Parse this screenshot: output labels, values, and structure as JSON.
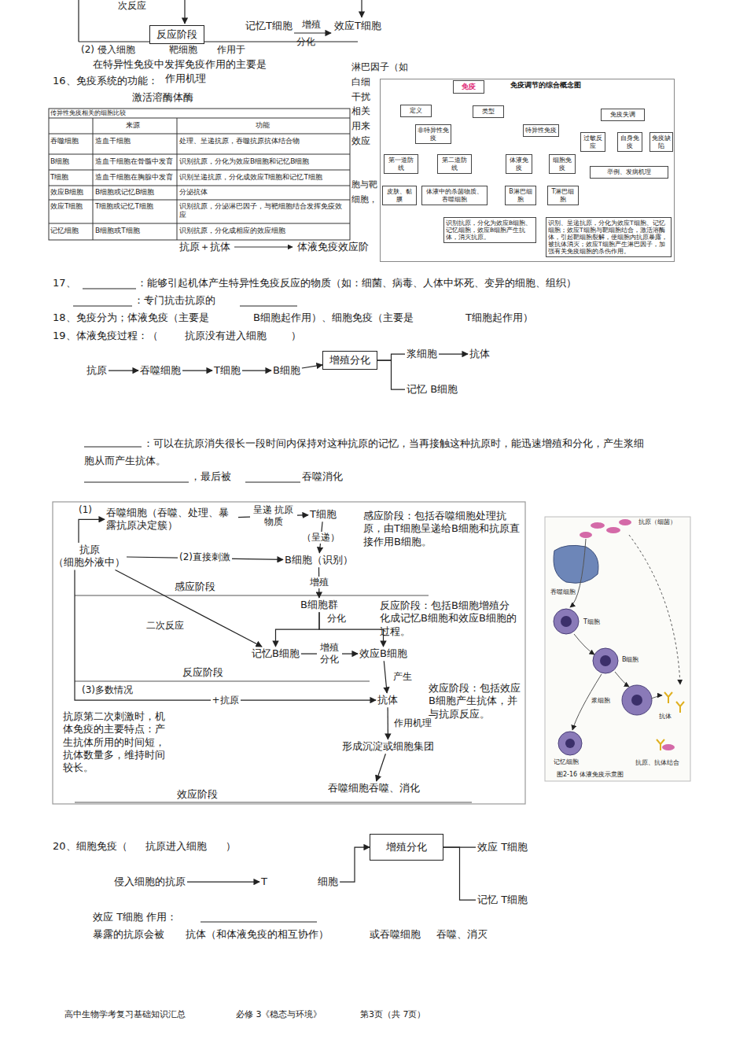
{
  "diagram": {
    "nodes": [
      {
        "text": [
          "反应阶段"
        ]
      },
      {
        "text": [
          "免疫调节的综合概念图"
        ]
      },
      {
        "text": [
          "免疫"
        ],
        "in": 1
      },
      {
        "text": [
          "定义"
        ],
        "in": 1
      },
      {
        "text": [
          "类型"
        ],
        "in": 1
      },
      {
        "text": [
          "免疫失调"
        ],
        "in": 1
      },
      {
        "text": [
          "非特异性免疫"
        ],
        "in": 1
      },
      {
        "text": [
          "特异性免疫"
        ],
        "in": 1
      },
      {
        "text": [
          "过敏反应"
        ],
        "in": 1
      },
      {
        "text": [
          "自身免疫"
        ],
        "in": 1
      },
      {
        "text": [
          "免疫缺陷"
        ],
        "in": 1
      },
      {
        "text": [
          "第一道防线"
        ],
        "in": 1
      },
      {
        "text": [
          "第二道防线"
        ],
        "in": 1
      },
      {
        "text": [
          "体液免疫"
        ],
        "in": 1
      },
      {
        "text": [
          "细胞免疫"
        ],
        "in": 1
      },
      {
        "text": [
          "举例、发病机理"
        ],
        "in": 1
      },
      {
        "text": [
          "皮肤、黏膜"
        ],
        "in": 1
      },
      {
        "text": [
          "体液中的杀菌物质、吞噬细胞"
        ],
        "in": 1
      },
      {
        "text": [
          "B淋巴细胞"
        ],
        "in": 1
      },
      {
        "text": [
          "T淋巴细胞"
        ],
        "in": 1
      },
      {
        "text": [
          "识别抗原，分化为效应B细胞、记忆细胞，效应B细胞产生抗体，消灭抗原。"
        ],
        "in": 1
      },
      {
        "text": [
          "识别、呈递抗原，分化为效应T细胞、记忆细胞；效应T细胞与靶细胞结合，激活溶酶体，引起靶细胞裂解，使细胞内抗原暴露，被抗体消灭；效应T细胞产生淋巴因子，加强有关免疫细胞的杀伤作用。"
        ],
        "in": 1
      },
      {
        "text": [
          "抗原"
        ]
      },
      {
        "text": [
          "吞噬细胞"
        ]
      },
      {
        "text": [
          "T细胞"
        ]
      },
      {
        "text": [
          "B细胞"
        ]
      },
      {
        "text": [
          "增殖分化"
        ]
      },
      {
        "text": [
          "浆细胞"
        ]
      },
      {
        "text": [
          "抗体"
        ]
      },
      {
        "text": [
          "记忆 B细胞"
        ]
      },
      {
        "text": [
          "抗原",
          "（细胞外液中）"
        ]
      },
      {
        "text": [
          "吞噬细胞（吞噬、处理、暴露抗原决定簇）"
        ]
      },
      {
        "text": [
          "T细胞"
        ]
      },
      {
        "text": [
          "B细胞（识别）"
        ]
      },
      {
        "text": [
          "B细胞群"
        ]
      },
      {
        "text": [
          "记忆B细胞"
        ]
      },
      {
        "text": [
          "效应B细胞"
        ]
      },
      {
        "text": [
          "抗体"
        ]
      },
      {
        "text": [
          "形成沉淀或细胞集团"
        ]
      },
      {
        "text": [
          "吞噬细胞吞噬、消化"
        ]
      },
      {
        "text": [
          "侵入细胞的抗原"
        ]
      },
      {
        "text": [
          "T 细胞"
        ]
      },
      {
        "text": [
          "增殖分化"
        ]
      },
      {
        "text": [
          "效应 T细胞"
        ]
      },
      {
        "text": [
          "记忆 T细胞"
        ]
      }
    ],
    "edges": [
      {
        "from": 2,
        "to": 3,
        "arrow": "none"
      },
      {
        "from": 2,
        "to": 4,
        "arrow": "none"
      },
      {
        "from": 2,
        "to": 5,
        "arrow": "none"
      },
      {
        "from": 4,
        "to": 6,
        "arrow": "none"
      },
      {
        "from": 4,
        "to": 7,
        "arrow": "none"
      },
      {
        "from": 5,
        "to": 8,
        "arrow": "none"
      },
      {
        "from": 5,
        "to": 9,
        "arrow": "none"
      },
      {
        "from": 5,
        "to": 10,
        "arrow": "none"
      },
      {
        "from": 6,
        "to": 11,
        "arrow": "none"
      },
      {
        "from": 6,
        "to": 12,
        "arrow": "none"
      },
      {
        "from": 7,
        "to": 13,
        "arrow": "none"
      },
      {
        "from": 7,
        "to": 14,
        "arrow": "none"
      },
      {
        "from": 8,
        "to": 15,
        "arrow": "none"
      },
      {
        "from": 9,
        "to": 15,
        "arrow": "none"
      },
      {
        "from": 10,
        "to": 15,
        "arrow": "none"
      },
      {
        "from": 11,
        "to": 16,
        "arrow": "none"
      },
      {
        "from": 12,
        "to": 17,
        "arrow": "none"
      },
      {
        "from": 13,
        "to": 18,
        "arrow": "none"
      },
      {
        "from": 14,
        "to": 19,
        "arrow": "none"
      },
      {
        "from": 18,
        "to": 20,
        "arrow": "none"
      },
      {
        "from": 19,
        "to": 21,
        "arrow": "none"
      },
      {
        "from": 22,
        "to": 23,
        "arrow": "to"
      },
      {
        "from": 23,
        "to": 24,
        "arrow": "to"
      },
      {
        "from": 24,
        "to": 25,
        "arrow": "to"
      },
      {
        "from": 25,
        "to": 26,
        "arrow": "to"
      },
      {
        "from": 26,
        "to": 27,
        "arrow": "none"
      },
      {
        "from": 26,
        "to": 29,
        "arrow": "none"
      },
      {
        "from": 27,
        "to": 28,
        "arrow": "to"
      },
      {
        "from": 30,
        "to": 31,
        "label": "(1)",
        "arrow": "to"
      },
      {
        "from": 31,
        "to": 32,
        "label": "呈递 抗原物质",
        "arrow": "to"
      },
      {
        "from": 32,
        "to": 33,
        "label": "（呈递）",
        "arrow": "to"
      },
      {
        "from": 30,
        "to": 33,
        "label": "(2)直接刺激",
        "arrow": "to"
      },
      {
        "from": 33,
        "to": 34,
        "label": "增殖",
        "arrow": "to"
      },
      {
        "from": 34,
        "to": 35,
        "arrow": "to"
      },
      {
        "from": 34,
        "to": 36,
        "arrow": "to"
      },
      {
        "from": 35,
        "to": 36,
        "label": "增殖 分化",
        "arrow": "to"
      },
      {
        "from": 36,
        "to": 37,
        "label": "产生",
        "arrow": "to"
      },
      {
        "from": 30,
        "to": 37,
        "label": "+抗原",
        "arrow": "to"
      },
      {
        "from": 30,
        "to": 35,
        "label": "二次反应",
        "arrow": "to"
      },
      {
        "from": 37,
        "to": 38,
        "label": "作用机理",
        "arrow": "to"
      },
      {
        "from": 38,
        "to": 39,
        "arrow": "to"
      },
      {
        "from": 40,
        "to": 41,
        "arrow": "to"
      },
      {
        "from": 41,
        "to": 42,
        "arrow": "to"
      },
      {
        "from": 42,
        "to": 43,
        "arrow": "none"
      },
      {
        "from": 42,
        "to": 44,
        "arrow": "none"
      }
    ],
    "labels": [
      "次反应",
      "记忆T细胞",
      "增殖",
      "分化",
      "效应T细胞",
      "(2) 侵入细胞",
      "靶细胞",
      "作用于",
      "在特异性免疫中发挥免疫作用的主要是",
      "16、免疫系统的功能：",
      "作用机理",
      "激活溶酶体酶",
      "淋巴因子（如",
      "白细",
      "干扰",
      "相关",
      "用来",
      "效应",
      "传异性免疫相关的细胞比较",
      "来源",
      "功能",
      "吞噬细胞",
      "造血干细胞",
      "处理、呈递抗原，吞噬抗原抗体结合物",
      "B细胞",
      "造血干细胞在骨髓中发育",
      "识别抗原，分化为效应B细胞和记忆B细胞",
      "T细胞",
      "造血干细胞在胸腺中发育",
      "识别呈递抗原，分化成效应T细胞和记忆T细胞",
      "效应B细胞",
      "B细胞或记忆B细胞",
      "分泌抗体",
      "效应T细胞",
      "T细胞或记忆T细胞",
      "识别抗原，分泌淋巴因子，与靶细胞结合发挥免疫效应",
      "记忆细胞",
      "B细胞或T细胞",
      "识别抗原，分化成相应的效应细胞",
      "胞与靶",
      "细胞，",
      "抗原＋抗体",
      "体液免疫效应阶",
      "17、",
      "：能够引起机体产生特异性免疫反应的物质（如：细菌、病毒、人体中坏死、变异的细胞、组织）",
      "：专门抗击抗原的",
      "18、免疫分为；体液免疫（主要是",
      "B细胞起作用）、细胞免疫（主要是",
      "T细胞起作用）",
      "19、体液免疫过程：（",
      "抗原没有进入细胞",
      "）",
      "：可以在抗原消失很长一段时间内保持对这种抗原的记忆，当再接触这种抗原时，能迅速增殖和分化，产生浆细胞从而产生抗体。",
      "，最后被",
      "吞噬消化",
      "感应阶段：包括吞噬细胞处理抗原，由T细胞呈递给B细胞和抗原直接作用B细胞。",
      "感应阶段",
      "分化",
      "反应阶段：包括B细胞增殖分化成记忆B细胞和效应B细胞的过程。",
      "反应阶段",
      "(3)多数情况",
      "效应阶段：包括效应B细胞产生抗体，并与抗原反应。",
      "抗原第二次刺激时，机体免疫的主要特点：产生抗体所用的时间短，抗体数量多，维持时间较长。",
      "效应阶段",
      "抗原（细菌）",
      "吞噬细胞",
      "T细胞",
      "B细胞",
      "浆细胞",
      "抗体",
      "记忆细胞",
      "抗原、抗体结合",
      "图2-16 体液免疫示意图",
      "20、细胞免疫（",
      "抗原进入细胞",
      "）",
      "效应 T细胞 作用：",
      "暴露的抗原会被",
      "抗体（和体液免疫的相互协作）",
      "或吞噬细胞",
      "吞噬、消灭",
      "高中生物学考复习基础知识汇总",
      "必修 3《稳态与环境》",
      "第3页（共 7页）"
    ]
  }
}
